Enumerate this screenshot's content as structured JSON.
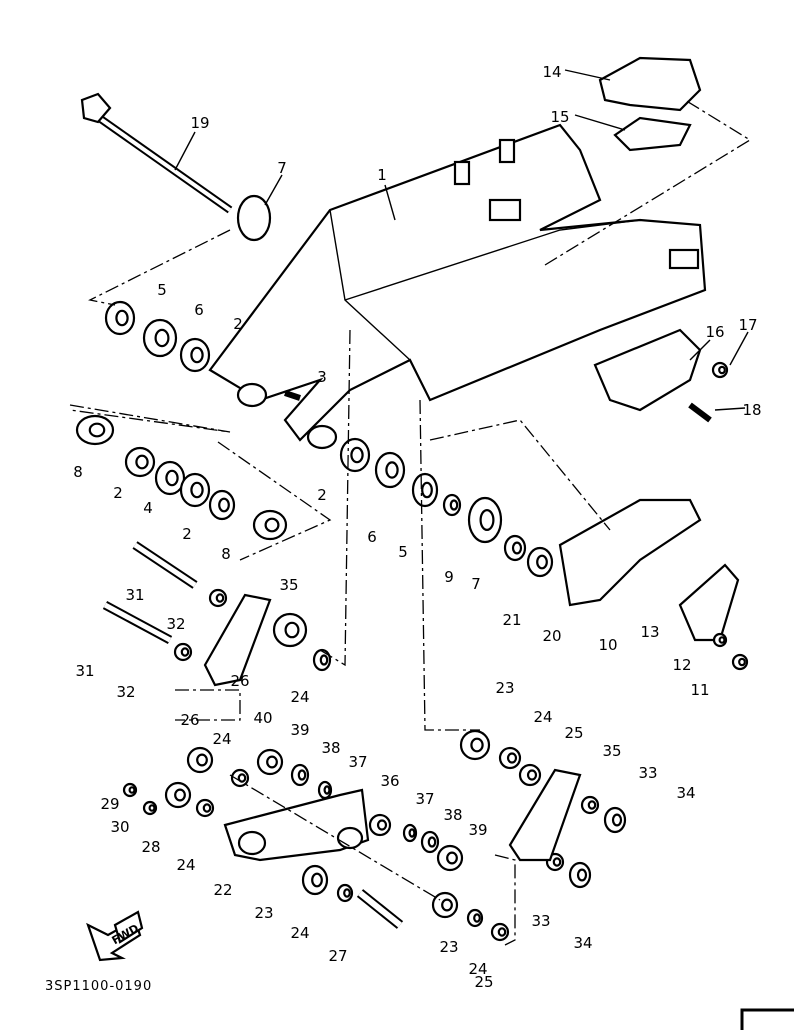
{
  "diagram": {
    "part_labels": [
      "14",
      "15",
      "19",
      "7",
      "1",
      "5",
      "6",
      "2",
      "3",
      "16",
      "17",
      "18",
      "8",
      "2",
      "4",
      "2",
      "8",
      "2",
      "6",
      "5",
      "9",
      "7",
      "21",
      "20",
      "10",
      "13",
      "12",
      "11",
      "31",
      "32",
      "35",
      "31",
      "32",
      "26",
      "24",
      "23",
      "24",
      "25",
      "26",
      "40",
      "24",
      "39",
      "38",
      "37",
      "35",
      "33",
      "34",
      "29",
      "30",
      "36",
      "37",
      "38",
      "39",
      "28",
      "24",
      "22",
      "23",
      "24",
      "33",
      "34",
      "27",
      "23",
      "24",
      "25"
    ],
    "forward_arrow_text": "FWD",
    "drawing_code": "3SP1100-0190",
    "colors": {
      "ink": "#000000",
      "paper": "#ffffff"
    }
  }
}
